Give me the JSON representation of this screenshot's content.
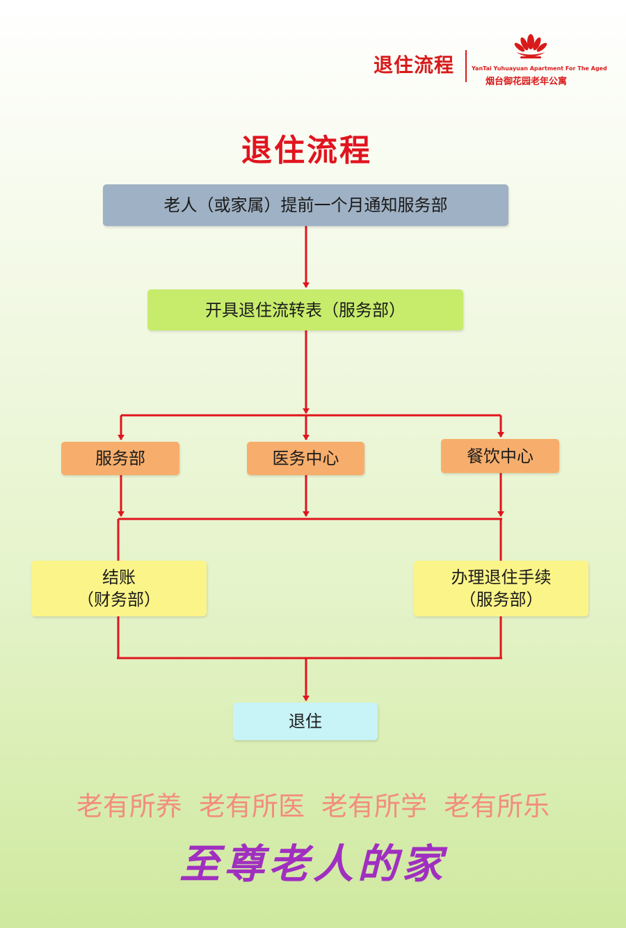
{
  "header": {
    "title": "退住流程",
    "brand_en": "YanTai Yuhuayuan Apartment For The Aged",
    "brand_cn": "烟台御花园老年公寓"
  },
  "main_title": "退住流程",
  "flow": {
    "notify": "老人（或家属）提前一个月通知服务部",
    "open_form": "开具退住流转表（服务部）",
    "service_dept": "服务部",
    "medical_center": "医务中心",
    "dining_center": "餐饮中心",
    "settle_line1": "结账",
    "settle_line2": "（财务部）",
    "procedures_line1": "办理退住手续",
    "procedures_line2": "（服务部）",
    "checkout": "退住"
  },
  "slogans": [
    "老有所养",
    "老有所医",
    "老有所学",
    "老有所乐"
  ],
  "motto": "至尊老人的家",
  "colors": {
    "accent_red": "#e0141e",
    "box_blue_gray": "#9fb1c4",
    "box_lime": "#c7ec6c",
    "box_orange": "#f7ae6c",
    "box_yellow": "#fbf488",
    "box_cyan": "#c8f3f7",
    "slogan": "#f28d7d",
    "motto": "#a02fc0"
  }
}
